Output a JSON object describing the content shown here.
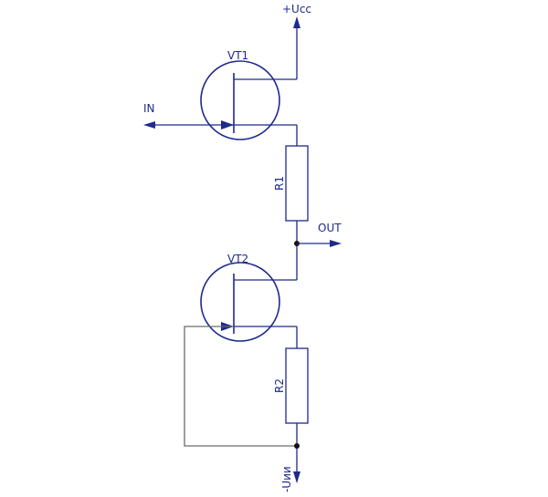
{
  "labels": {
    "vcc": "+Ucc",
    "vee": "-Uии",
    "input": "IN",
    "output": "OUT",
    "vt1": "VT1",
    "vt2": "VT2",
    "r1": "R1",
    "r2": "R2"
  },
  "colors": {
    "line": "#1e2a8c",
    "return_wire": "#6b6b6b",
    "junction": "#111111",
    "background": "#ffffff"
  }
}
